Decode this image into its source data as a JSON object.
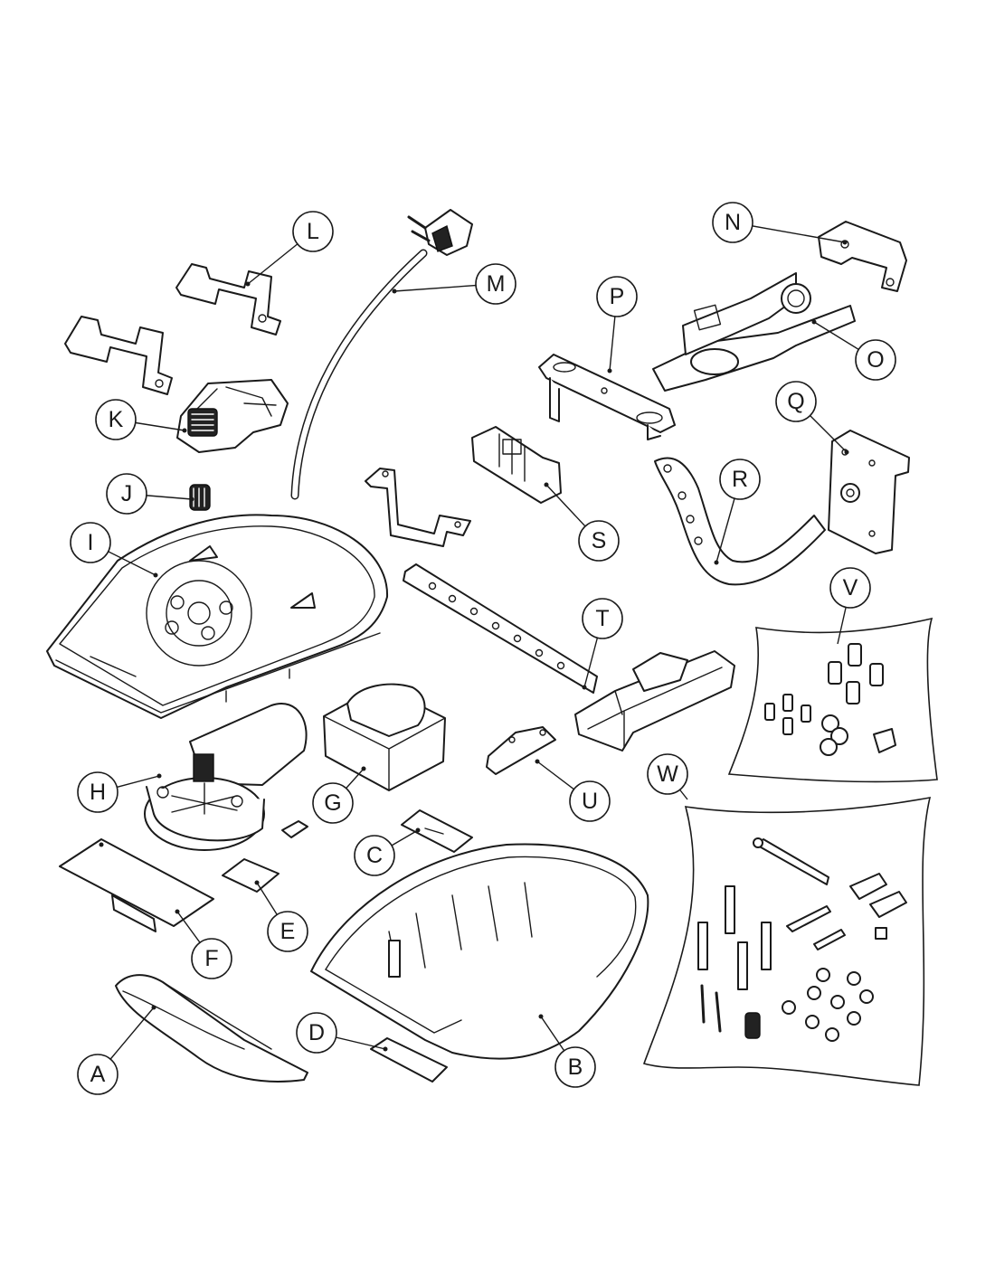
{
  "diagram": {
    "type": "exploded-parts-view",
    "labels": {
      "A": "A",
      "B": "B",
      "C": "C",
      "D": "D",
      "E": "E",
      "F": "F",
      "G": "G",
      "H": "H",
      "I": "I",
      "J": "J",
      "K": "K",
      "L": "L",
      "M": "M",
      "N": "N",
      "O": "O",
      "P": "P",
      "Q": "Q",
      "R": "R",
      "S": "S",
      "T": "T",
      "U": "U",
      "V": "V",
      "W": "W"
    },
    "colors": {
      "line": "#1a1a1a",
      "background": "#ffffff"
    }
  }
}
